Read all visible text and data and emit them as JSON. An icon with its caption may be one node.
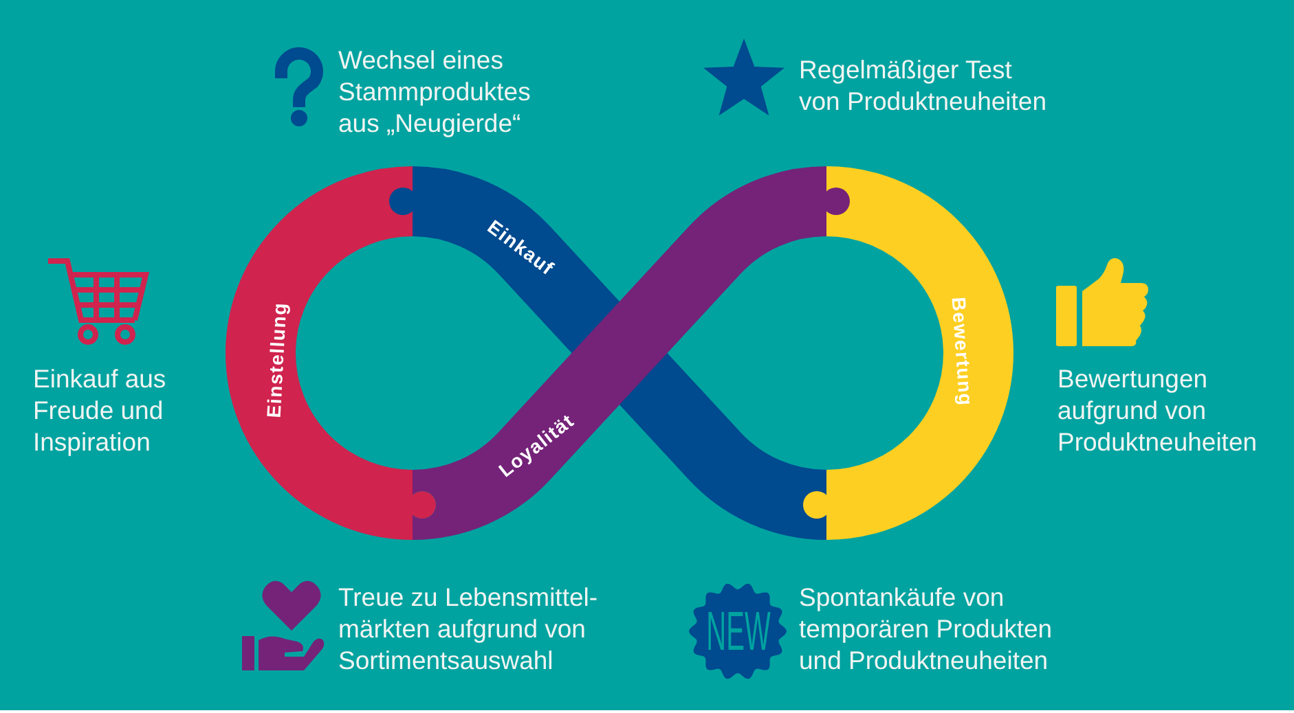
{
  "diagram": {
    "nodes": [
      {
        "text": [
          "Einstellung"
        ]
      },
      {
        "text": [
          "Einkauf"
        ]
      },
      {
        "text": [
          "Bewertung"
        ]
      },
      {
        "text": [
          "Loyalität"
        ]
      },
      {
        "text": [
          "NEW"
        ]
      }
    ],
    "labels": [
      "Wechsel eines Stammproduktes aus „Neugierde“",
      "Regelmäßiger Test von Produktneuheiten",
      "Einkauf aus Freude und Inspiration",
      "Bewertungen aufgrund von Produktneuheiten",
      "Treue zu Lebensmittel- märkten aufgrund von Sortimentsauswahl",
      "Spontankäufe von temporären Produkten und Produktneuheiten"
    ]
  }
}
